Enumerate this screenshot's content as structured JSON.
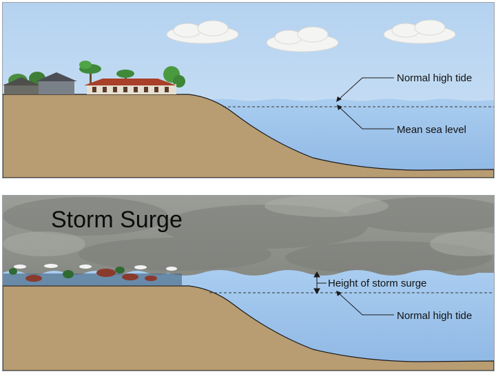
{
  "top_panel": {
    "labels": {
      "normal_high_tide": "Normal high tide",
      "mean_sea_level": "Mean sea level"
    }
  },
  "bottom_panel": {
    "title": "Storm Surge",
    "labels": {
      "height_of_storm_surge": "Height of storm surge",
      "normal_high_tide": "Normal high tide"
    }
  },
  "colors": {
    "sky": "#b9d6f2",
    "storm_sky": "#8f918c",
    "water": "#9cc2ea",
    "sand": "#b89c72"
  }
}
